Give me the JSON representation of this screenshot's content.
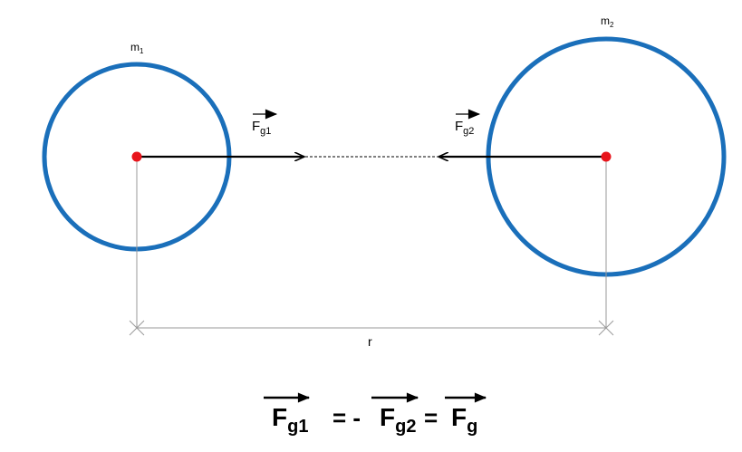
{
  "mass1": {
    "label": "m",
    "sub": "1"
  },
  "mass2": {
    "label": "m",
    "sub": "2"
  },
  "force1": {
    "label": "F",
    "sub": "g1"
  },
  "force2": {
    "label": "F",
    "sub": "g2"
  },
  "distance": {
    "label": "r"
  },
  "equation": {
    "term1": {
      "label": "F",
      "sub": "g1"
    },
    "op1": "= -",
    "term2": {
      "label": "F",
      "sub": "g2"
    },
    "op2": "=",
    "term3": {
      "label": "F",
      "sub": "g"
    }
  },
  "colors": {
    "circle": "#1a6fba",
    "center": "#e8141b",
    "line": "#000000",
    "dim": "#9a9a9a"
  }
}
